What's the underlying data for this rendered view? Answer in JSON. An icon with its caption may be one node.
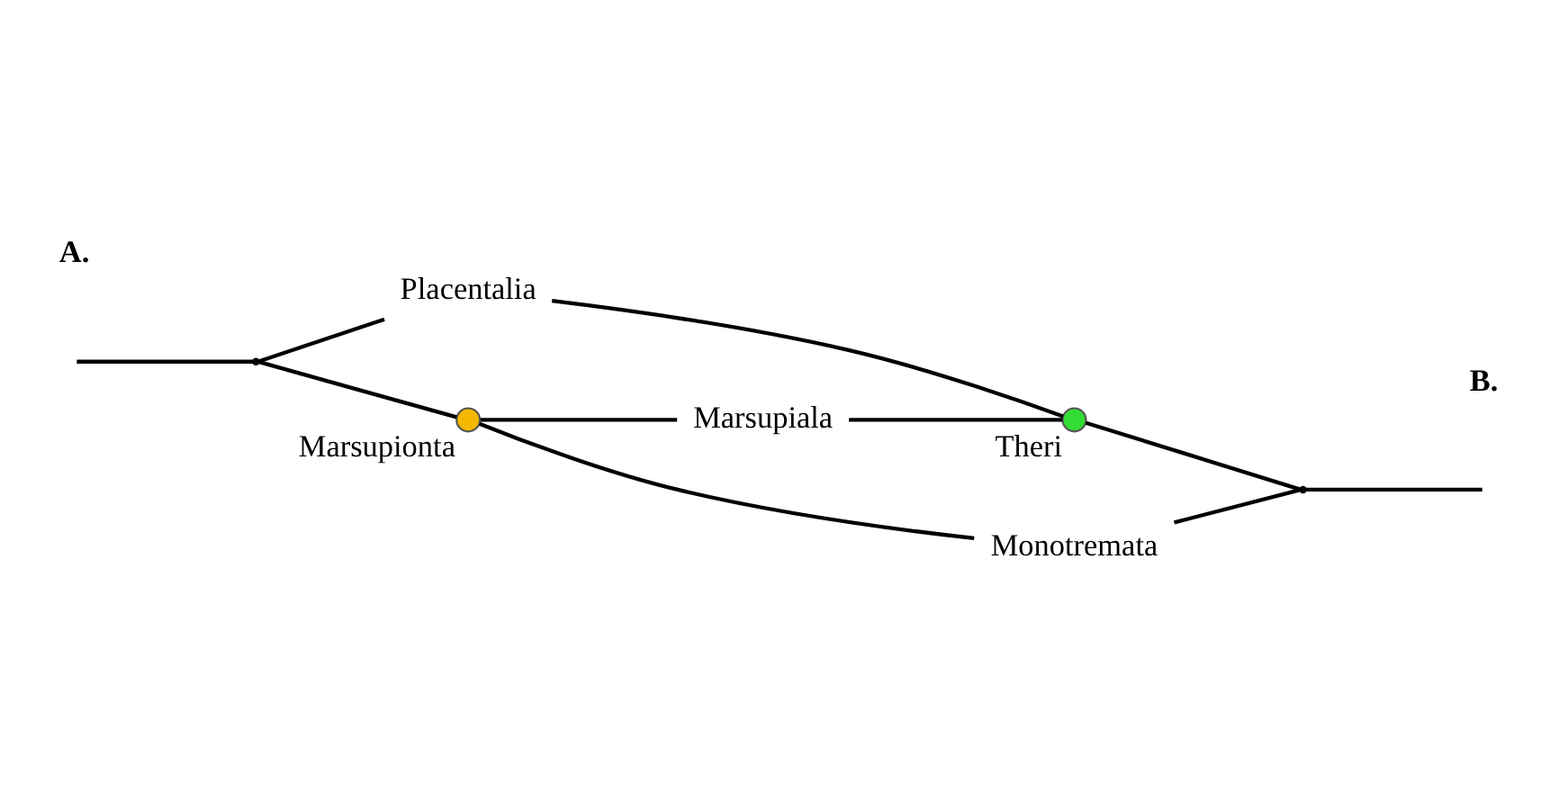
{
  "diagram": {
    "nodes": [
      {
        "text": [
          "Placentalia"
        ]
      },
      {
        "text": [
          "Marsupiala"
        ]
      },
      {
        "text": [
          "Monotremata"
        ]
      },
      {
        "text": [],
        "shape": "point"
      },
      {
        "text": [],
        "shape": "circle",
        "beside": [
          "Marsupionta"
        ]
      },
      {
        "text": [],
        "shape": "point"
      },
      {
        "text": [],
        "shape": "circle",
        "beside": [
          "Theri"
        ]
      }
    ],
    "edges": [
      {
        "from": null,
        "to": 3,
        "arrow": "none"
      },
      {
        "from": 3,
        "to": 0,
        "arrow": "none"
      },
      {
        "from": 3,
        "to": 4,
        "arrow": "none"
      },
      {
        "from": 4,
        "to": 1,
        "arrow": "none"
      },
      {
        "from": 4,
        "to": 2,
        "arrow": "none"
      },
      {
        "from": 0,
        "to": 6,
        "arrow": "none"
      },
      {
        "from": 1,
        "to": 6,
        "arrow": "none"
      },
      {
        "from": 6,
        "to": 5,
        "arrow": "none"
      },
      {
        "from": 2,
        "to": 5,
        "arrow": "none"
      },
      {
        "from": 5,
        "to": null,
        "arrow": "none"
      }
    ],
    "labels": [
      "A.",
      "B."
    ]
  }
}
